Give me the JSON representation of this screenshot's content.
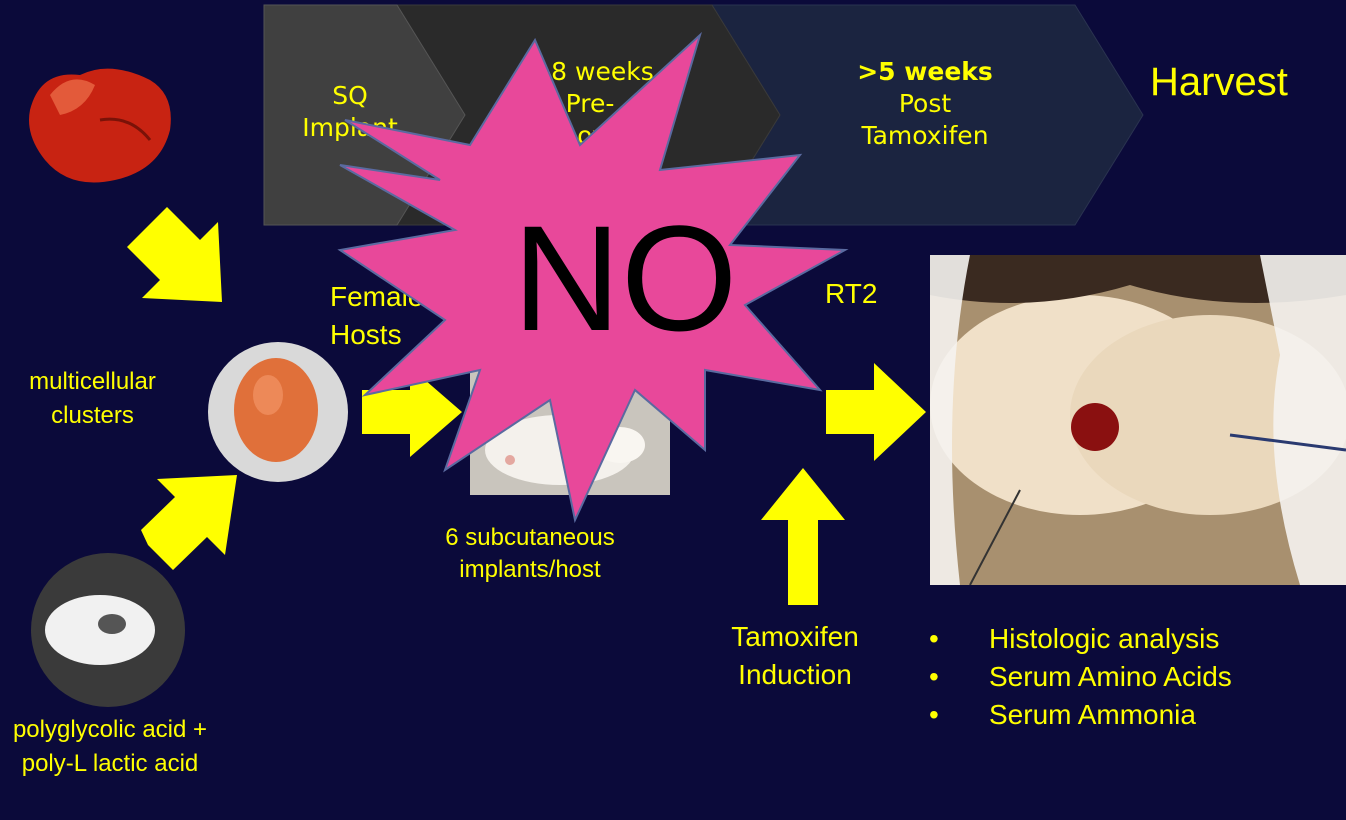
{
  "timeline": {
    "step1": [
      "SQ",
      "Implant"
    ],
    "step2": [
      "3-8 weeks",
      "Pre-",
      "Tamoxifen"
    ],
    "step3_bold": ">5 weeks",
    "step3": [
      "Post",
      "Tamoxifen"
    ],
    "step4": "Harvest"
  },
  "labels": {
    "cells": "multicellular clusters",
    "scaffold": "polyglycolic acid + poly-L lactic acid",
    "hosts_line1": "Female",
    "hosts_line2": "Hosts",
    "hosts_partial": "RT2",
    "implants": "6 subcutaneous implants/host",
    "tamoxifen": "Tamoxifen Induction"
  },
  "overlay": {
    "text": "NO",
    "color": "#e8489a"
  },
  "analysis": [
    "Histologic analysis",
    "Serum Amino Acids",
    "Serum Ammonia"
  ],
  "colors": {
    "background": "#0b0a3a",
    "accent": "#ffff00"
  }
}
